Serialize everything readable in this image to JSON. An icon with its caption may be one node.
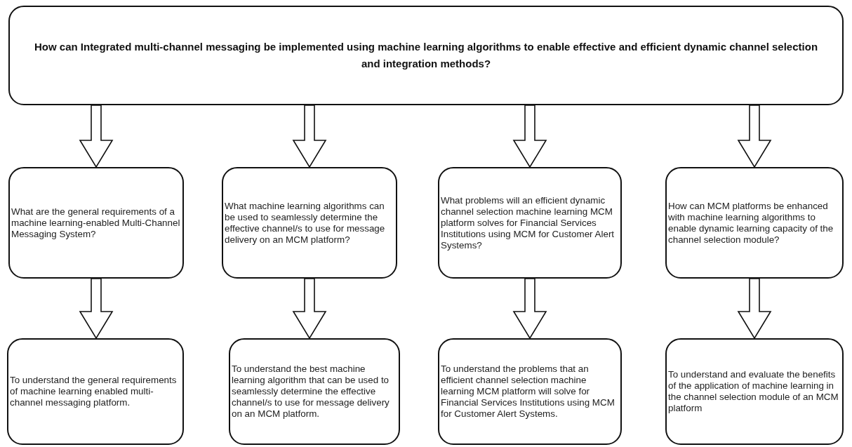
{
  "diagram": {
    "nodes": [
      {
        "text": [
          "How can Integrated multi-channel messaging be implemented using machine learning algorithms to enable effective and efficient dynamic channel selection and integration methods?"
        ]
      },
      {
        "text": [
          "What are the general requirements of a machine learning-enabled Multi-Channel Messaging System?"
        ]
      },
      {
        "text": [
          "What machine learning algorithms can be used to seamlessly determine the effective channel/s to use for message delivery on an MCM platform?"
        ]
      },
      {
        "text": [
          "What problems will an efficient dynamic channel selection machine learning MCM platform solves for Financial Services Institutions using MCM for Customer Alert Systems?"
        ]
      },
      {
        "text": [
          "How can MCM platforms be enhanced with machine learning algorithms to enable dynamic learning capacity of the channel selection module?"
        ]
      },
      {
        "text": [
          "To understand the general requirements of machine learning enabled multi-channel messaging platform."
        ]
      },
      {
        "text": [
          "To understand the best machine learning algorithm that can be used to seamlessly determine the effective channel/s to use for message delivery on an MCM platform."
        ]
      },
      {
        "text": [
          "To understand the problems that an efficient channel selection machine learning MCM platform will solve for Financial Services Institutions using MCM for Customer Alert Systems."
        ]
      },
      {
        "text": [
          "To understand and evaluate the benefits of the application of machine learning in the channel selection module of an MCM platform"
        ]
      }
    ],
    "edges": [
      {
        "from": 0,
        "to": 1,
        "arrow": "to"
      },
      {
        "from": 0,
        "to": 2,
        "arrow": "to"
      },
      {
        "from": 0,
        "to": 3,
        "arrow": "to"
      },
      {
        "from": 0,
        "to": 4,
        "arrow": "to"
      },
      {
        "from": 1,
        "to": 5,
        "arrow": "to"
      },
      {
        "from": 2,
        "to": 6,
        "arrow": "to"
      },
      {
        "from": 3,
        "to": 7,
        "arrow": "to"
      },
      {
        "from": 4,
        "to": 8,
        "arrow": "to"
      }
    ]
  }
}
